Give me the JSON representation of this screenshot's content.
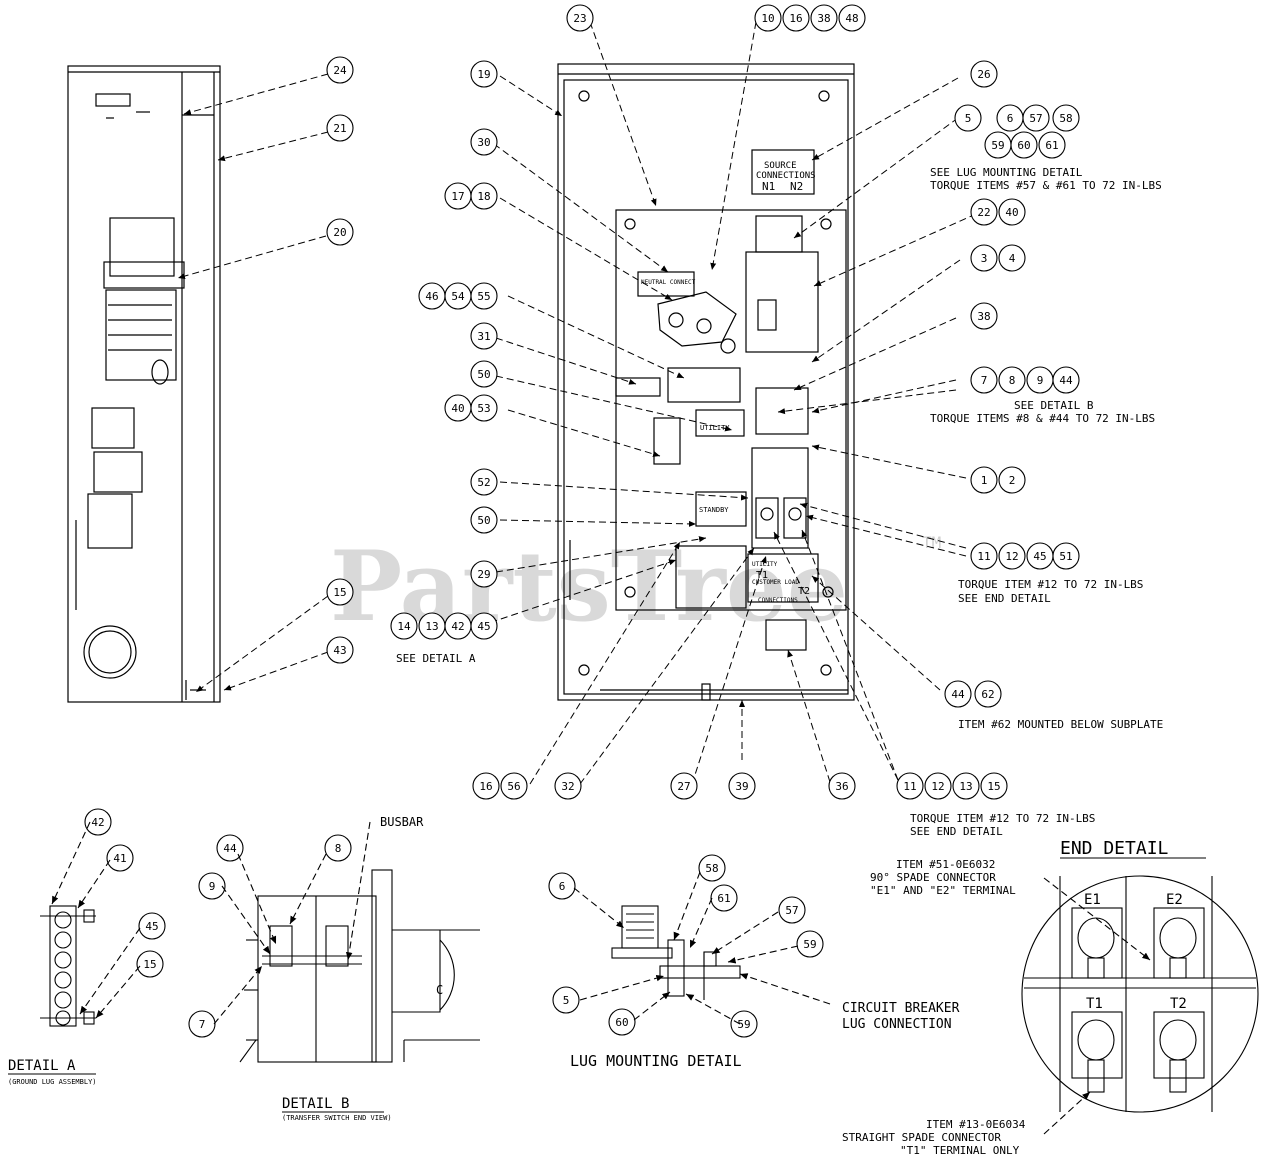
{
  "watermark": {
    "text": "PartsTree",
    "mark": "TM"
  },
  "callouts": {
    "c24": "24",
    "c21": "21",
    "c20": "20",
    "c15a": "15",
    "c43": "43",
    "c23": "23",
    "c10": "10",
    "c16": "16",
    "c38": "38",
    "c48": "48",
    "c19": "19",
    "c26": "26",
    "c30": "30",
    "c17": "17",
    "c18": "18",
    "c5": "5",
    "c6": "6",
    "c57": "57",
    "c58": "58",
    "c59": "59",
    "c60": "60",
    "c61": "61",
    "c22": "22",
    "c40": "40",
    "c3": "3",
    "c4": "4",
    "c38b": "38",
    "c46": "46",
    "c54": "54",
    "c55": "55",
    "c31": "31",
    "c50a": "50",
    "c7": "7",
    "c8": "8",
    "c9": "9",
    "c44": "44",
    "c40b": "40",
    "c53": "53",
    "c1": "1",
    "c2": "2",
    "c52": "52",
    "c50b": "50",
    "c11": "11",
    "c12": "12",
    "c45": "45",
    "c51": "51",
    "c29": "29",
    "c14": "14",
    "c13": "13",
    "c42": "42",
    "c45b": "45",
    "c44b": "44",
    "c62": "62",
    "c16b": "16",
    "c56": "56",
    "c32": "32",
    "c27": "27",
    "c39": "39",
    "c36": "36",
    "c11b": "11",
    "c12b": "12",
    "c13b": "13",
    "c15b": "15",
    "dA42": "42",
    "dA41": "41",
    "dA45": "45",
    "dA15": "15",
    "dB44": "44",
    "dB8": "8",
    "dB9": "9",
    "dB7": "7",
    "lg6": "6",
    "lg58": "58",
    "lg61": "61",
    "lg57": "57",
    "lg59": "59",
    "lg5": "5",
    "lg60": "60",
    "lg59b": "59"
  },
  "notes": {
    "lug_mount_1": "SEE LUG MOUNTING DETAIL",
    "lug_mount_2": "TORQUE ITEMS #57 & #61 TO 72 IN-LBS",
    "detail_b_1": "SEE DETAIL B",
    "detail_b_2": "TORQUE ITEMS #8 & #44 TO 72 IN-LBS",
    "torque_12_1": "TORQUE ITEM #12 TO 72 IN-LBS",
    "torque_12_2": "SEE END DETAIL",
    "see_detail_a": "SEE DETAIL A",
    "item62": "ITEM #62 MOUNTED BELOW SUBPLATE",
    "torque_12_b1": "TORQUE ITEM #12 TO 72 IN-LBS",
    "torque_12_b2": "SEE END DETAIL",
    "busbar": "BUSBAR",
    "circuit_breaker_1": "CIRCUIT BREAKER",
    "circuit_breaker_2": "LUG CONNECTION",
    "item41_1": "ITEM #51-0E6032",
    "item41_2": "90° SPADE CONNECTOR",
    "item41_3": "\"E1\" AND \"E2\" TERMINAL",
    "item13_1": "ITEM #13-0E6034",
    "item13_2": "STRAIGHT SPADE CONNECTOR",
    "item13_3": "\"T1\" TERMINAL ONLY"
  },
  "titles": {
    "detail_a": "DETAIL A",
    "detail_a_sub": "(GROUND LUG ASSEMBLY)",
    "detail_b": "DETAIL B",
    "detail_b_sub": "(TRANSFER SWITCH END VIEW)",
    "lug_mounting": "LUG MOUNTING DETAIL",
    "end_detail": "END DETAIL"
  },
  "labels": {
    "source_conn_1": "SOURCE",
    "source_conn_2": "CONNECTIONS",
    "n1": "N1",
    "n2": "N2",
    "neutral": "NEUTRAL CONNECT",
    "utility": "UTILITY",
    "standby": "STANDBY",
    "customer_1": "UTILITY",
    "customer_2": "CUSTOMER LOAD",
    "customer_3": "CONNECTIONS",
    "t1": "T1",
    "t2": "T2",
    "e1": "E1",
    "e2": "E2",
    "end_t1": "T1",
    "end_t2": "T2",
    "detail_b_c": "C"
  }
}
